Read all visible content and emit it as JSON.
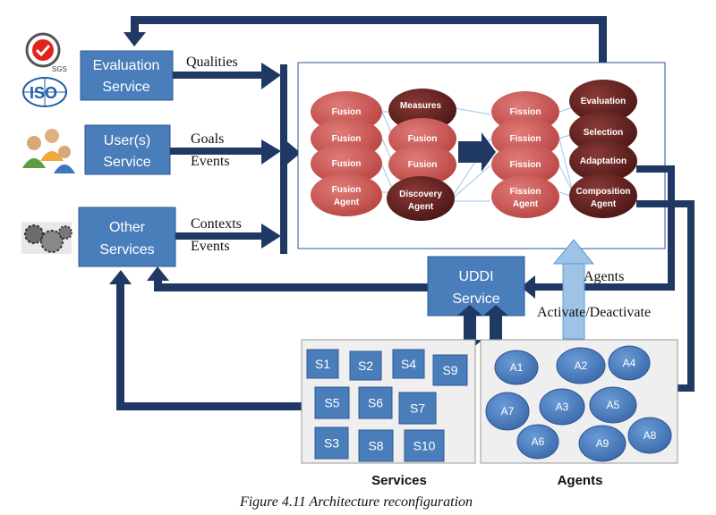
{
  "boxes": {
    "evaluation_service": [
      "Evaluation",
      "Service"
    ],
    "users_service": [
      "User(s)",
      "Service"
    ],
    "other_services": [
      "Other",
      "Services"
    ],
    "uddi_service": [
      "UDDI",
      "Service"
    ]
  },
  "arrow_labels": {
    "qualities": "Qualities",
    "goals": "Goals",
    "events1": "Events",
    "contexts": "Contexts",
    "events2": "Events",
    "agents": "Agents",
    "activate": "Activate/Deactivate"
  },
  "icons": {
    "sgs_text": "SGS",
    "iso_text": "ISO"
  },
  "agents_column1": [
    "Fusion",
    "Fusion",
    "Fusion",
    [
      "Fusion",
      "Agent"
    ]
  ],
  "agents_column2": [
    "Measures",
    "Fusion",
    "Fusion",
    [
      "Discovery",
      "Agent"
    ]
  ],
  "agents_column3": [
    "Fission",
    "Fission",
    "Fission",
    [
      "Fission",
      "Agent"
    ]
  ],
  "agents_column4": [
    "Evaluation",
    "Selection",
    "Adaptation",
    [
      "Composition",
      "Agent"
    ]
  ],
  "services": [
    "S1",
    "S2",
    "S4",
    "S9",
    "S5",
    "S6",
    "S7",
    "S3",
    "S8",
    "S10"
  ],
  "agents_pool": [
    "A1",
    "A2",
    "A4",
    "A7",
    "A3",
    "A5",
    "A6",
    "A9",
    "A8"
  ],
  "panel_labels": {
    "services": "Services",
    "agents": "Agents"
  },
  "caption": "Figure 4.11 Architecture reconfiguration",
  "colors": {
    "box_blue": "#4a7ebb",
    "dark_navy": "#1f3864",
    "light_red": "#c0504d",
    "dark_red": "#632523",
    "light_arrow": "#9dc3e6"
  }
}
